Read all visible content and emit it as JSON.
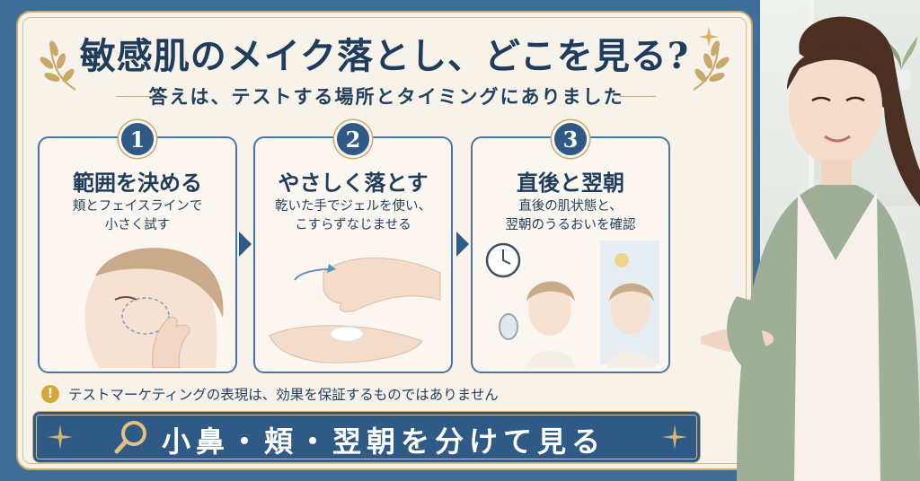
{
  "title": "敏感肌のメイク落とし、どこを見る?",
  "subtitle": "答えは、テストする場所とタイミングにありました",
  "steps": [
    {
      "number": "1",
      "title": "範囲を決める",
      "desc_line1": "頬とフェイスラインで",
      "desc_line2": "小さく試す",
      "illustration": "face-cheek-test"
    },
    {
      "number": "2",
      "title": "やさしく落とす",
      "desc_line1": "乾いた手でジェルを使い、",
      "desc_line2": "こすらずなじませる",
      "illustration": "hands-gel"
    },
    {
      "number": "3",
      "title": "直後と翌朝",
      "desc_line1": "直後の肌状態と、",
      "desc_line2": "翌朝のうるおいを確認",
      "illustration": "clock-mirror-morning"
    }
  ],
  "notice": {
    "icon": "exclamation-icon",
    "text": "テストマーケティングの表現は、効果を保証するものではありません"
  },
  "banner": {
    "icon": "search-icon",
    "text": "小鼻・頬・翌朝を分けて見る"
  },
  "colors": {
    "navy": "#2f5a86",
    "gold": "#c9a86a",
    "cream": "#f8f3ea",
    "blue_bg": "#3f6d99"
  }
}
